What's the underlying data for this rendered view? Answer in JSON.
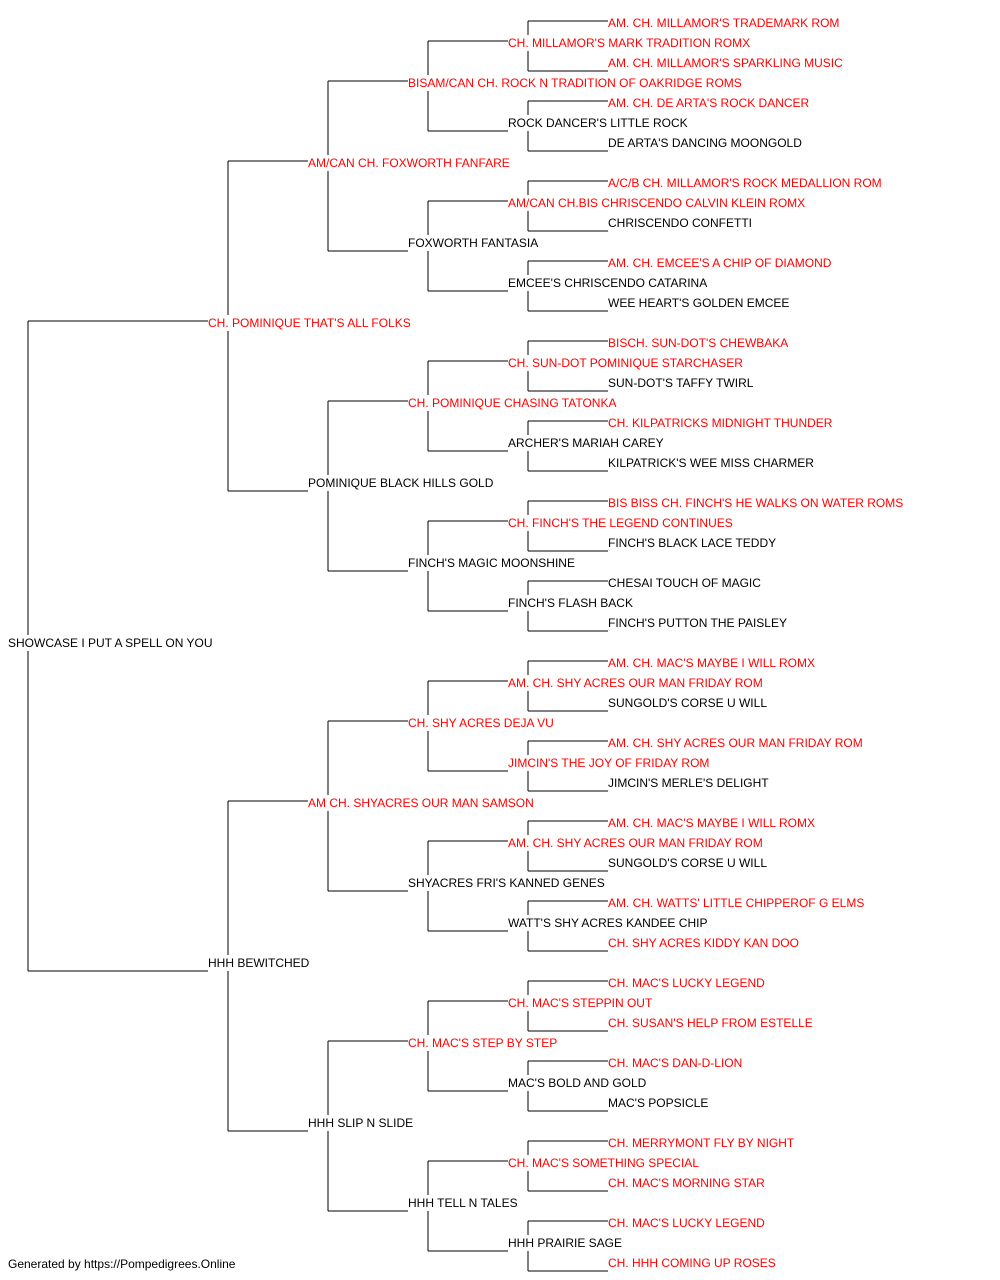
{
  "colors": {
    "champion": "#ff0000",
    "normal": "#000000",
    "lines": "#000000"
  },
  "root": "SHOWCASE I PUT A SPELL ON YOU",
  "parents": [
    {
      "name": "CH. POMINIQUE THAT'S ALL FOLKS",
      "champion": true
    },
    {
      "name": "HHH BEWITCHED",
      "champion": false
    }
  ],
  "grandparents": [
    {
      "name": "AM/CAN CH. FOXWORTH FANFARE",
      "champion": true
    },
    {
      "name": "POMINIQUE BLACK HILLS GOLD",
      "champion": false
    },
    {
      "name": "AM CH. SHYACRES OUR MAN SAMSON",
      "champion": true
    },
    {
      "name": "HHH SLIP N SLIDE",
      "champion": false
    }
  ],
  "great_grandparents": [
    {
      "name": "BISAM/CAN CH. ROCK N TRADITION OF OAKRIDGE ROMS",
      "champion": true
    },
    {
      "name": "FOXWORTH FANTASIA",
      "champion": false
    },
    {
      "name": "CH. POMINIQUE CHASING TATONKA",
      "champion": true
    },
    {
      "name": "FINCH'S MAGIC MOONSHINE",
      "champion": false
    },
    {
      "name": "CH. SHY ACRES DEJA VU",
      "champion": true
    },
    {
      "name": "SHYACRES FRI'S KANNED GENES",
      "champion": false
    },
    {
      "name": "CH. MAC'S STEP BY STEP",
      "champion": true
    },
    {
      "name": "HHH TELL N TALES",
      "champion": false
    }
  ],
  "gen4": [
    {
      "name": "CH. MILLAMOR'S MARK TRADITION ROMX",
      "champion": true
    },
    {
      "name": "ROCK DANCER'S LITTLE ROCK",
      "champion": false
    },
    {
      "name": "AM/CAN CH.BIS CHRISCENDO CALVIN KLEIN ROMX",
      "champion": true
    },
    {
      "name": "EMCEE'S CHRISCENDO CATARINA",
      "champion": false
    },
    {
      "name": "CH. SUN-DOT POMINIQUE STARCHASER",
      "champion": true
    },
    {
      "name": "ARCHER'S MARIAH CAREY",
      "champion": false
    },
    {
      "name": "CH. FINCH'S THE LEGEND CONTINUES",
      "champion": true
    },
    {
      "name": "FINCH'S FLASH BACK",
      "champion": false
    },
    {
      "name": "AM. CH. SHY ACRES OUR MAN FRIDAY ROM",
      "champion": true
    },
    {
      "name": "JIMCIN'S THE JOY OF FRIDAY ROM",
      "champion": true
    },
    {
      "name": "AM. CH. SHY ACRES OUR MAN FRIDAY ROM",
      "champion": true
    },
    {
      "name": "WATT'S SHY ACRES KANDEE CHIP",
      "champion": false
    },
    {
      "name": "CH. MAC'S STEPPIN OUT",
      "champion": true
    },
    {
      "name": "MAC'S BOLD AND GOLD",
      "champion": false
    },
    {
      "name": "CH. MAC'S SOMETHING SPECIAL",
      "champion": true
    },
    {
      "name": "HHH PRAIRIE SAGE",
      "champion": false
    }
  ],
  "gen5": [
    {
      "name": "AM. CH. MILLAMOR'S TRADEMARK ROM",
      "champion": true
    },
    {
      "name": "AM. CH. MILLAMOR'S SPARKLING MUSIC",
      "champion": true
    },
    {
      "name": "AM. CH. DE ARTA'S ROCK DANCER",
      "champion": true
    },
    {
      "name": "DE ARTA'S DANCING MOONGOLD",
      "champion": false
    },
    {
      "name": "A/C/B CH. MILLAMOR'S ROCK MEDALLION ROM",
      "champion": true
    },
    {
      "name": "CHRISCENDO CONFETTI",
      "champion": false
    },
    {
      "name": "AM. CH. EMCEE'S A CHIP OF DIAMOND",
      "champion": true
    },
    {
      "name": "WEE HEART'S GOLDEN EMCEE",
      "champion": false
    },
    {
      "name": "BISCH. SUN-DOT'S CHEWBAKA",
      "champion": true
    },
    {
      "name": "SUN-DOT'S TAFFY TWIRL",
      "champion": false
    },
    {
      "name": "CH. KILPATRICKS MIDNIGHT THUNDER",
      "champion": true
    },
    {
      "name": "KILPATRICK'S WEE MISS CHARMER",
      "champion": false
    },
    {
      "name": "BIS BISS CH. FINCH'S HE WALKS ON WATER ROMS",
      "champion": true
    },
    {
      "name": "FINCH'S BLACK LACE TEDDY",
      "champion": false
    },
    {
      "name": "CHESAI TOUCH OF MAGIC",
      "champion": false
    },
    {
      "name": "FINCH'S PUTTON THE PAISLEY",
      "champion": false
    },
    {
      "name": "AM. CH. MAC'S MAYBE I WILL ROMX",
      "champion": true
    },
    {
      "name": "SUNGOLD'S CORSE U WILL",
      "champion": false
    },
    {
      "name": "AM. CH. SHY ACRES OUR MAN FRIDAY ROM",
      "champion": true
    },
    {
      "name": "JIMCIN'S MERLE'S DELIGHT",
      "champion": false
    },
    {
      "name": "AM. CH. MAC'S MAYBE I WILL ROMX",
      "champion": true
    },
    {
      "name": "SUNGOLD'S CORSE U WILL",
      "champion": false
    },
    {
      "name": "AM. CH. WATTS' LITTLE CHIPPEROF G ELMS",
      "champion": true
    },
    {
      "name": "CH. SHY ACRES KIDDY KAN DOO",
      "champion": true
    },
    {
      "name": "CH. MAC'S LUCKY LEGEND",
      "champion": true
    },
    {
      "name": "CH. SUSAN'S HELP FROM ESTELLE",
      "champion": true
    },
    {
      "name": "CH. MAC'S DAN-D-LION",
      "champion": true
    },
    {
      "name": "MAC'S POPSICLE",
      "champion": false
    },
    {
      "name": "CH. MERRYMONT FLY BY NIGHT",
      "champion": true
    },
    {
      "name": "CH. MAC'S MORNING STAR",
      "champion": true
    },
    {
      "name": "CH. MAC'S LUCKY LEGEND",
      "champion": true
    },
    {
      "name": "CH. HHH COMING UP ROSES",
      "champion": true
    }
  ],
  "footer": "Generated by https://Pompedigrees.Online"
}
